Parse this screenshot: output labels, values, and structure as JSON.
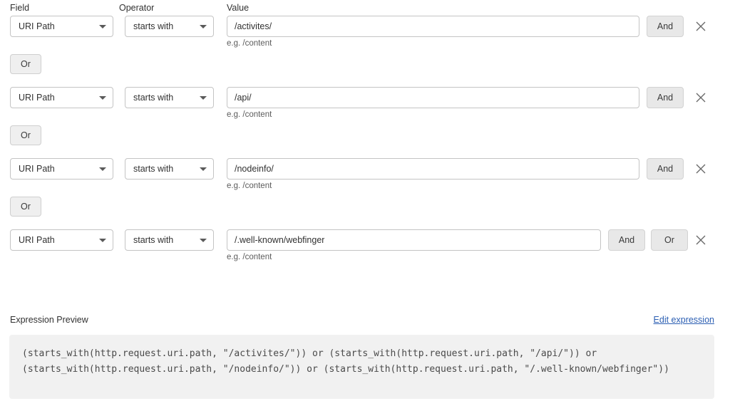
{
  "columns": {
    "field_label": "Field",
    "operator_label": "Operator",
    "value_label": "Value"
  },
  "icons": {
    "caret": "chevron-down-icon",
    "delete": "close-icon"
  },
  "rows": [
    {
      "field": "URI Path",
      "operator": "starts with",
      "value": "/activites/",
      "hint": "e.g. /content",
      "logic_buttons": [
        "And"
      ]
    },
    {
      "field": "URI Path",
      "operator": "starts with",
      "value": "/api/",
      "hint": "e.g. /content",
      "logic_buttons": [
        "And"
      ]
    },
    {
      "field": "URI Path",
      "operator": "starts with",
      "value": "/nodeinfo/",
      "hint": "e.g. /content",
      "logic_buttons": [
        "And"
      ]
    },
    {
      "field": "URI Path",
      "operator": "starts with",
      "value": "/.well-known/webfinger",
      "hint": "e.g. /content",
      "logic_buttons": [
        "And",
        "Or"
      ]
    }
  ],
  "separators": [
    {
      "label": "Or"
    },
    {
      "label": "Or"
    },
    {
      "label": "Or"
    }
  ],
  "preview": {
    "title": "Expression Preview",
    "edit_link": "Edit expression",
    "expression": "(starts_with(http.request.uri.path, \"/activites/\")) or (starts_with(http.request.uri.path, \"/api/\")) or (starts_with(http.request.uri.path, \"/nodeinfo/\")) or (starts_with(http.request.uri.path, \"/.well-known/webfinger\"))"
  },
  "colors": {
    "link": "#2c5fb3",
    "chip_bg": "#e8e8e8",
    "preview_bg": "#f1f1f1",
    "border": "#c4c4c4"
  }
}
